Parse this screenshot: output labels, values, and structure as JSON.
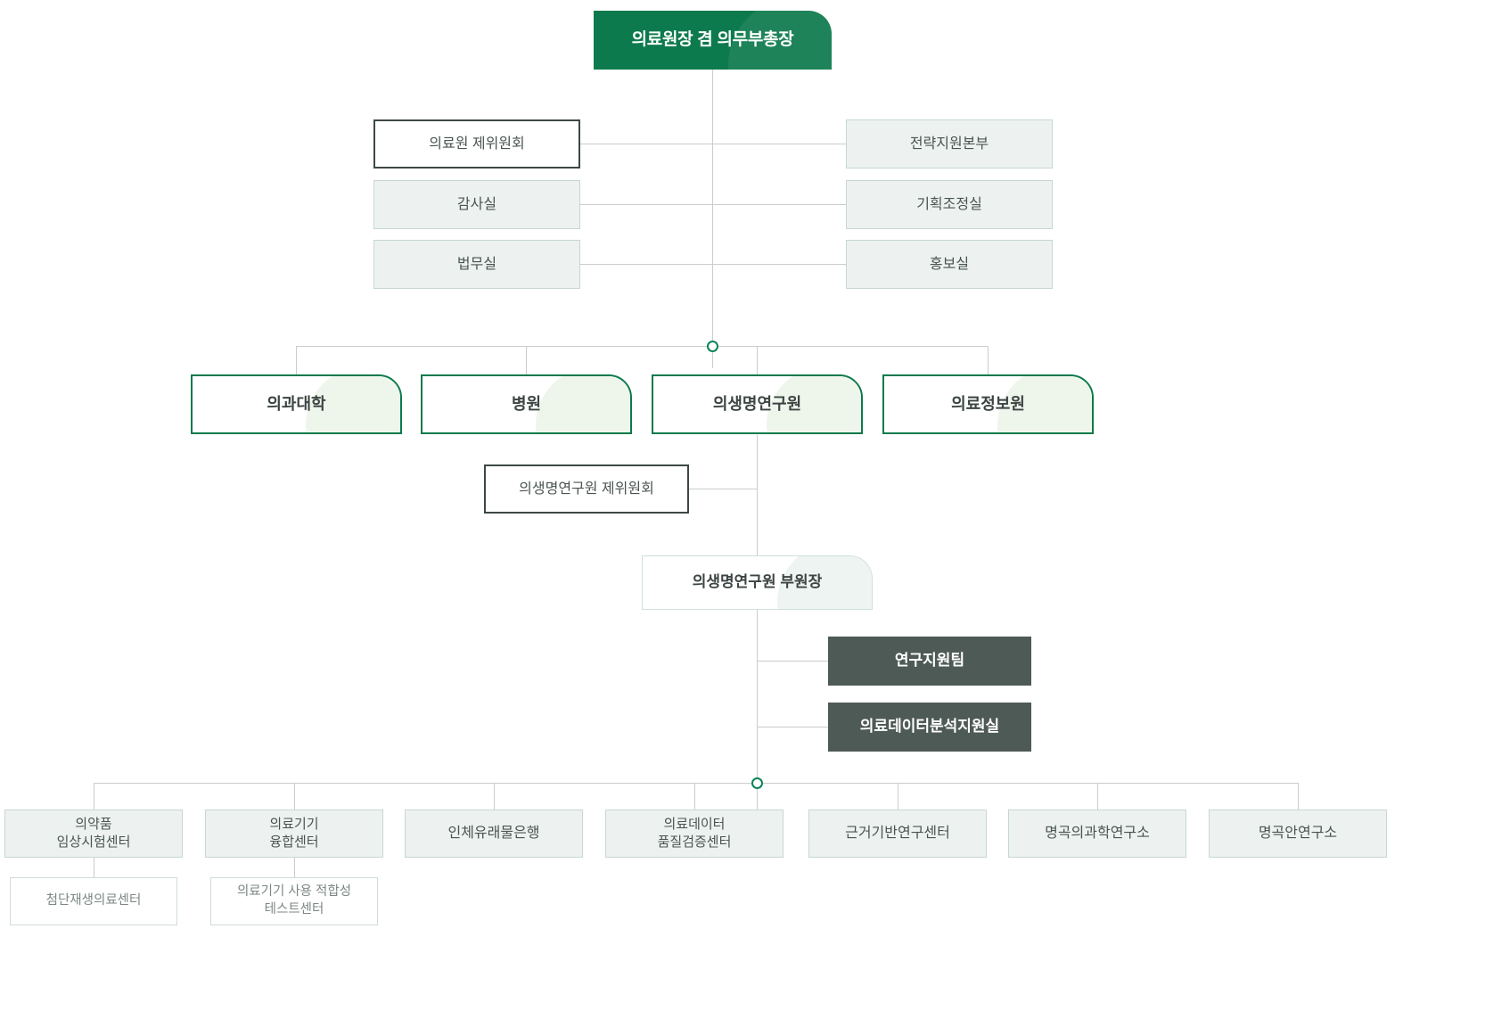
{
  "meta": {
    "title": "의료원 조직도",
    "colors": {
      "brand_green": "#0d7a4d",
      "outline_green": "#0b7a4c",
      "junction_green": "#0b8457",
      "soft_fill": "#edf2f0",
      "soft_border": "#c6d7d0",
      "dark_fill": "#4e5a56",
      "outline_dark": "#3d4845",
      "line": "#c9cdcb",
      "text": "#4a5451",
      "text_muted": "#7d8785",
      "text_on_dark": "#ffffff"
    }
  },
  "root": {
    "label": "의료원장 겸 의무부총장"
  },
  "staff_left": [
    {
      "label": "의료원 제위원회",
      "style": "outline-dark"
    },
    {
      "label": "감사실",
      "style": "soft"
    },
    {
      "label": "법무실",
      "style": "soft"
    }
  ],
  "staff_right": [
    {
      "label": "전략지원본부",
      "style": "soft"
    },
    {
      "label": "기획조정실",
      "style": "soft"
    },
    {
      "label": "홍보실",
      "style": "soft"
    }
  ],
  "divisions": [
    {
      "label": "의과대학"
    },
    {
      "label": "병원"
    },
    {
      "label": "의생명연구원"
    },
    {
      "label": "의료정보원"
    }
  ],
  "institute": {
    "committee": {
      "label": "의생명연구원 제위원회"
    },
    "vice_director": {
      "label": "의생명연구원 부원장"
    },
    "teams": [
      {
        "label": "연구지원팀"
      },
      {
        "label": "의료데이터분석지원실"
      }
    ],
    "centers": [
      {
        "label": "의약품\n임상시험센터",
        "lines": 2,
        "child": {
          "label": "첨단재생의료센터",
          "lines": 1
        }
      },
      {
        "label": "의료기기\n융합센터",
        "lines": 2,
        "child": {
          "label": "의료기기 사용 적합성\n테스트센터",
          "lines": 2
        }
      },
      {
        "label": "인체유래물은행",
        "lines": 1,
        "child": null
      },
      {
        "label": "의료데이터\n품질검증센터",
        "lines": 2,
        "child": null
      },
      {
        "label": "근거기반연구센터",
        "lines": 1,
        "child": null
      },
      {
        "label": "명곡의과학연구소",
        "lines": 1,
        "child": null
      },
      {
        "label": "명곡안연구소",
        "lines": 1,
        "child": null
      }
    ]
  }
}
